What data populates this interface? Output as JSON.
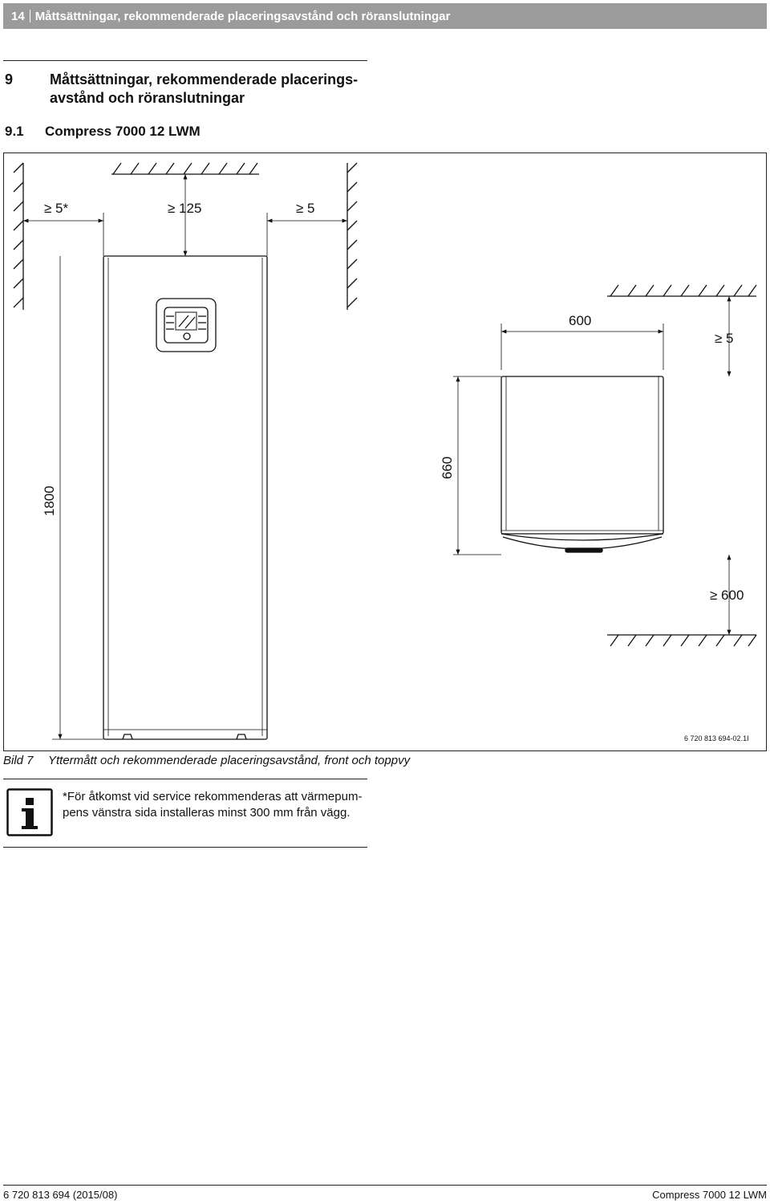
{
  "header": {
    "page_number": "14",
    "title": "Måttsättningar, rekommenderade placeringsavstånd och röranslutningar"
  },
  "section": {
    "number": "9",
    "title": "Måttsättningar, rekommenderade placerings-\navstånd och röranslutningar"
  },
  "subsection": {
    "number": "9.1",
    "title": "Compress 7000 12 LWM"
  },
  "figure": {
    "dim_left_clearance": "≥ 5*",
    "dim_top_clearance": "≥ 125",
    "dim_right_clearance": "≥ 5",
    "dim_height": "1800",
    "dim_width": "600",
    "dim_rear_clearance": "≥ 5",
    "dim_depth": "660",
    "dim_front_clearance": "≥ 600",
    "drawing_id": "6 720 813 694-02.1I"
  },
  "caption": {
    "label": "Bild 7",
    "text": "Yttermått och rekommenderade placeringsavstånd, front och toppvy"
  },
  "note": {
    "text": "*För åtkomst vid service rekommenderas att värmepum-\npens vänstra sida installeras minst 300 mm från vägg."
  },
  "footer": {
    "left": "6 720 813 694 (2015/08)",
    "right": "Compress 7000 12 LWM"
  }
}
